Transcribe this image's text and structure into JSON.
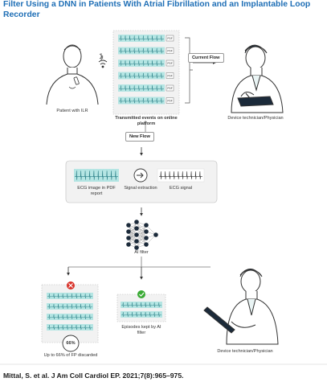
{
  "title": "Filter Using a DNN in Patients With Atrial Fibrillation and an Implantable Loop Recorder",
  "labels": {
    "patient": "Patient with ILR",
    "transmitted": "Transmitted events on online platform",
    "current_flow": "Current Flow",
    "technician_top": "Device technician/Physician",
    "new_flow": "New Flow",
    "ecg_image": "ECG image in PDF report",
    "signal_extraction": "Signal extraction",
    "ecg_signal": "ECG signal",
    "ai_filter": "AI filter",
    "percent": "66%",
    "discarded": "Up to 66% of FP discarded",
    "episodes_kept": "Episodes kept by AI filter",
    "technician_bottom": "Device technician/Physician",
    "pdf": "PDF"
  },
  "citation": "Mittal, S. et al. J Am Coll Cardiol EP. 2021;7(8):965–975.",
  "colors": {
    "title": "#1f6fb6",
    "ecg_strip": "#b6e6e4",
    "ecg_line": "#2a7f86",
    "reject": "#d9342b",
    "accept": "#3aaa35",
    "network": "#1b2a3a",
    "panel": "#f2f2f2"
  }
}
